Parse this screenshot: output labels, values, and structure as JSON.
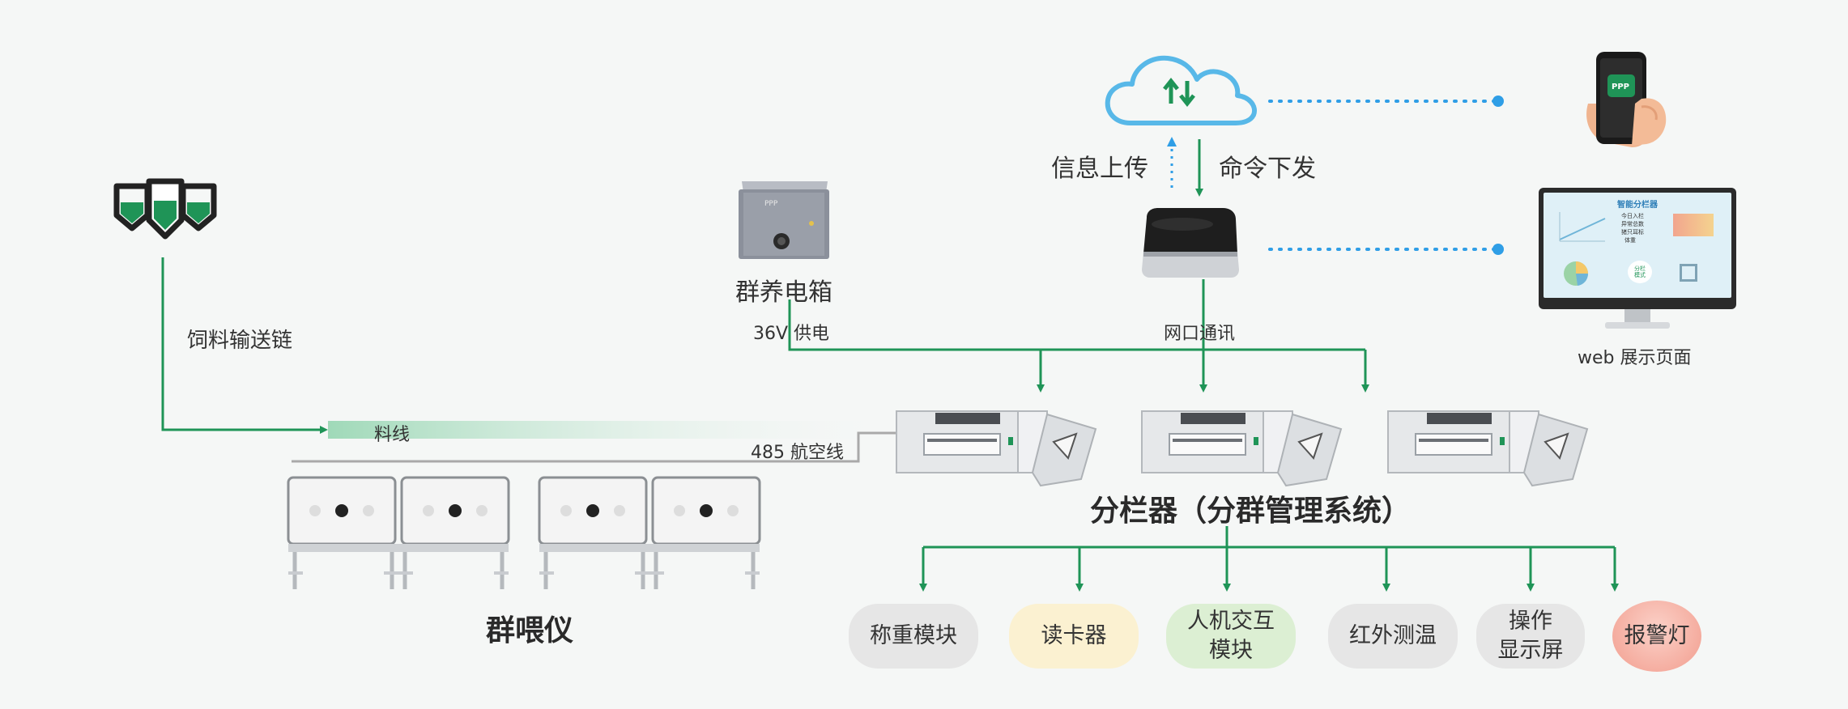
{
  "feed_chain": {
    "label": "饲料输送链"
  },
  "feed_line": {
    "label": "料线"
  },
  "aviation_line": {
    "label": "485 航空线"
  },
  "power_box": {
    "label": "群养电箱",
    "power_label": "36V 供电",
    "brand": "PPP"
  },
  "cloud": {
    "upload_label": "信息上传",
    "download_label": "命令下发"
  },
  "gateway": {
    "label": "网口通讯"
  },
  "web_page": {
    "label": "web 展示页面",
    "screen_title": "智能分栏器",
    "screen_lines": [
      "今日入栏",
      "异常总数",
      "猪只耳标",
      "体重"
    ],
    "screen_button": "分栏\n模式"
  },
  "phone": {
    "app_name": "PPP"
  },
  "separator": {
    "label": "分栏器（分群管理系统）"
  },
  "feeder": {
    "label": "群喂仪"
  },
  "modules": [
    {
      "label": "称重模块",
      "color": "#e6e6e6"
    },
    {
      "label": "读卡器",
      "color": "#fbf1d1"
    },
    {
      "label": "人机交互\n模块",
      "color": "#dcefd3"
    },
    {
      "label": "红外测温",
      "color": "#e6e6e6"
    },
    {
      "label": "操作\n显示屏",
      "color": "#e6e6e6"
    },
    {
      "label": "报警灯",
      "color": "#f6b1a6"
    }
  ],
  "colors": {
    "accent": "#1f9457",
    "dotted": "#2f9ee6",
    "cable": "#a9a9a9"
  }
}
